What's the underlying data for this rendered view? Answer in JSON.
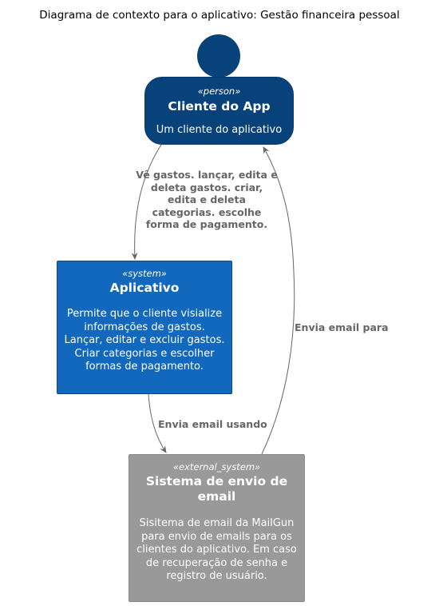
{
  "title": "Diagrama de contexto para o aplicativo: Gestão financeira pessoal",
  "nodes": {
    "person": {
      "stereotype": "«person»",
      "name": "Cliente do App",
      "description": "Um cliente do aplicativo",
      "color": "#08427b"
    },
    "system": {
      "stereotype": "«system»",
      "name": "Aplicativo",
      "description": "Permite que o cliente visialize informações de gastos. Lançar, editar e excluir gastos. Criar categorias e escolher formas de pagamento.",
      "color": "#1168bd"
    },
    "external_system": {
      "stereotype": "«external_system»",
      "name": "Sistema de envio de email",
      "description": "Sisitema de email da MailGun para envio de emails para os clientes do aplicativo. Em caso de recuperação de senha e registro de usuário.",
      "color": "#999999"
    }
  },
  "edges": [
    {
      "from": "Cliente do App",
      "to": "Aplicativo",
      "label": "Vê gastos. lançar, edita e deleta gastos. criar, edita e deleta categorias. escolhe forma de pagamento."
    },
    {
      "from": "Aplicativo",
      "to": "Sistema de envio de email",
      "label": "Envia email usando"
    },
    {
      "from": "Sistema de envio de email",
      "to": "Cliente do App",
      "label": "Envia email para"
    }
  ],
  "colors": {
    "edge": "#666666",
    "text_on_box": "#ffffff"
  }
}
